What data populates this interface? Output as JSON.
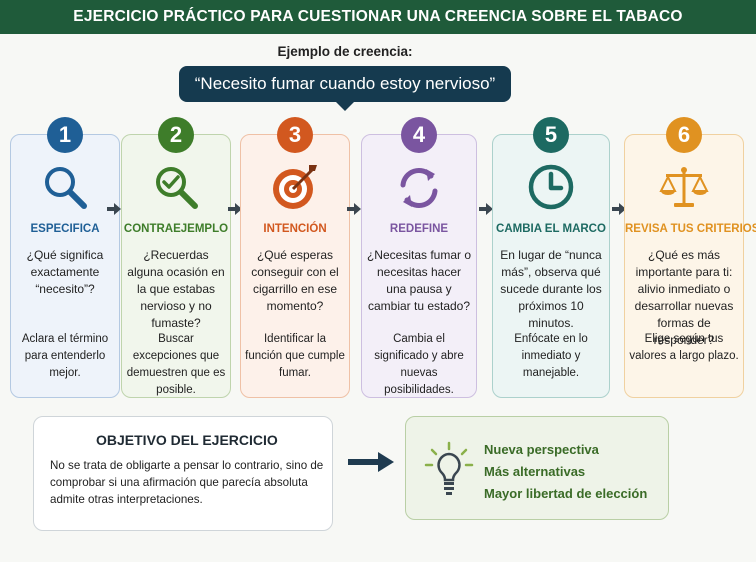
{
  "header": {
    "title": "EJERCICIO PRÁCTICO PARA CUESTIONAR UNA CREENCIA SOBRE EL TABACO"
  },
  "example": {
    "label": "Ejemplo de creencia:",
    "belief": "“Necesito fumar cuando estoy nervioso”"
  },
  "steps": [
    {
      "number": "1",
      "title": "ESPECIFICA",
      "icon": "magnifier-icon",
      "color": "#1f5f96",
      "bg": "#eef3fa",
      "border": "#b4c9e2",
      "question": "¿Qué significa exactamente “necesito”?",
      "tip": "Aclara el término para entenderlo mejor."
    },
    {
      "number": "2",
      "title": "CONTRAEJEMPLO",
      "icon": "check-magnifier-icon",
      "color": "#3e7d2a",
      "bg": "#f1f6ec",
      "border": "#bfd4ad",
      "question": "¿Recuerdas alguna ocasión en la que estabas nervioso y no fumaste?",
      "tip": "Buscar excepciones que demuestren que es posible."
    },
    {
      "number": "3",
      "title": "INTENCIÓN",
      "icon": "target-icon",
      "color": "#d2581f",
      "bg": "#fdf1ea",
      "border": "#efc1a6",
      "question": "¿Qué esperas conseguir con el cigarrillo en ese momento?",
      "tip": "Identificar la función que cumple fumar."
    },
    {
      "number": "4",
      "title": "REDEFINE",
      "icon": "refresh-icon",
      "color": "#7a55a0",
      "bg": "#f3eff8",
      "border": "#cdbfe0",
      "question": "¿Necesitas fumar o necesitas hacer una pausa y cambiar tu estado?",
      "tip": "Cambia el significado y abre nuevas posibilidades."
    },
    {
      "number": "5",
      "title": "CAMBIA EL MARCO",
      "icon": "clock-icon",
      "color": "#1d6a62",
      "bg": "#ecf5f4",
      "border": "#acd1cc",
      "question": "En lugar de “nunca más”, observa qué sucede durante los próximos 10 minutos.",
      "tip": "Enfócate en lo inmediato y manejable."
    },
    {
      "number": "6",
      "title": "REVISA TUS CRITERIOS",
      "icon": "scales-icon",
      "color": "#e09221",
      "bg": "#fdf5e8",
      "border": "#f0d1a0",
      "question": "¿Qué es más importante para ti: alivio inmediato o desarrollar nuevas formas de responder?",
      "tip": "Elige según tus valores a largo plazo."
    }
  ],
  "goal": {
    "title": "OBJETIVO DEL EJERCICIO",
    "text": "No se trata de obligarte a pensar lo contrario, sino de comprobar si una afirmación que parecía absoluta admite otras interpretaciones."
  },
  "result": {
    "icon": "lightbulb-icon",
    "items": [
      "Nueva perspectiva",
      "Más alternativas",
      "Mayor libertad de elección"
    ]
  }
}
